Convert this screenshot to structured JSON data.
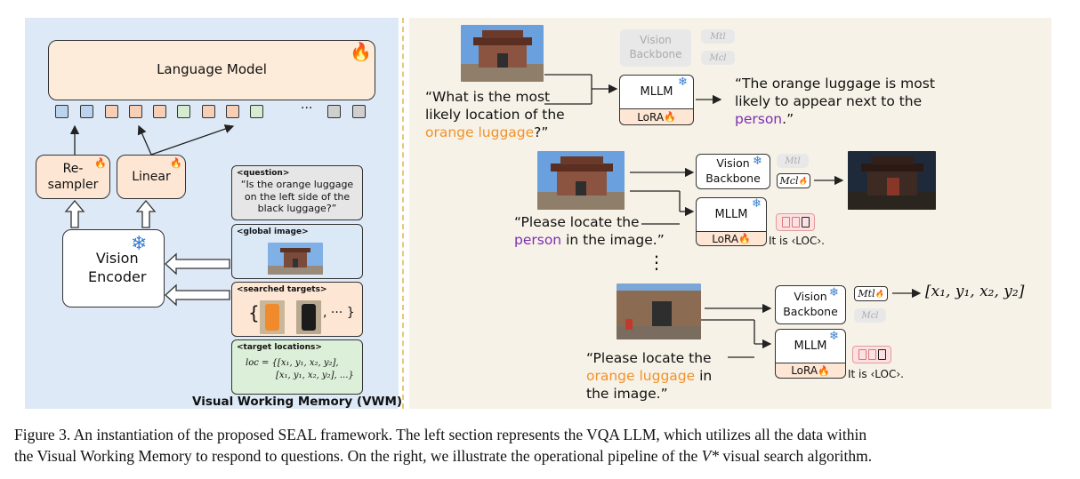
{
  "left": {
    "lm_label": "Language Model",
    "ellipsis": "···",
    "resampler_label": "Re-\nsampler",
    "linear_label": "Linear",
    "vision_encoder_label": "Vision\nEncoder",
    "vwm_title": "Visual Working Memory (VWM)",
    "question_tag": "<question>",
    "question_text": "“Is the orange luggage on the left side of the black luggage?”",
    "global_tag": "<global image>",
    "searched_tag": "<searched targets>",
    "searched_open": "{",
    "searched_rest": ", ··· }",
    "locations_tag": "<target locations>",
    "loc_line1": "loc = {[x₁, y₁, x₂, y₂],",
    "loc_line2": "[x₁, y₁, x₂, y₂], ...}",
    "token_colors": [
      "#bcd3ee",
      "#bcd3ee",
      "#f7cfb6",
      "#f7cfb6",
      "#f7cfb6",
      "#d5ecd1",
      "#f7cfb6",
      "#f7cfb6",
      "#d5ecd1",
      "#cfcfcf",
      "#cfcfcf"
    ]
  },
  "right": {
    "q1_line1": "“What is the most",
    "q1_line2": "likely location of the",
    "q1_orange": "orange luggage",
    "q1_end": "?”",
    "vision_backbone_faded": "Vision\nBackbone",
    "m_tl": "Mtl",
    "m_cl": "Mcl",
    "mllm": "MLLM",
    "lora": "LoRA",
    "a1_line1": "“The orange luggage is most",
    "a1_line2": "likely to appear next to the",
    "a1_purple": "person",
    "a1_end": ".”",
    "vision_backbone": "Vision\nBackbone",
    "q2_line1": "“Please locate the",
    "q2_purple": "person",
    "q2_end": " in the image.”",
    "it_is_loc": "It is ‹LOC›.",
    "vdots": "⋮",
    "q3_line1": "“Please locate the",
    "q3_orange": "orange luggage",
    "q3_mid": " in",
    "q3_line3": "the image.”",
    "bbox_out": "[x₁, y₁, x₂, y₂]"
  },
  "caption": {
    "line1": "Figure 3. An instantiation of the proposed SEAL framework. The left section represents the VQA LLM, which utilizes all the data within",
    "line2_a": "the Visual Working Memory to respond to questions. On the right, we illustrate the operational pipeline of the ",
    "line2_v": "V*",
    "line2_b": " visual search algorithm."
  }
}
